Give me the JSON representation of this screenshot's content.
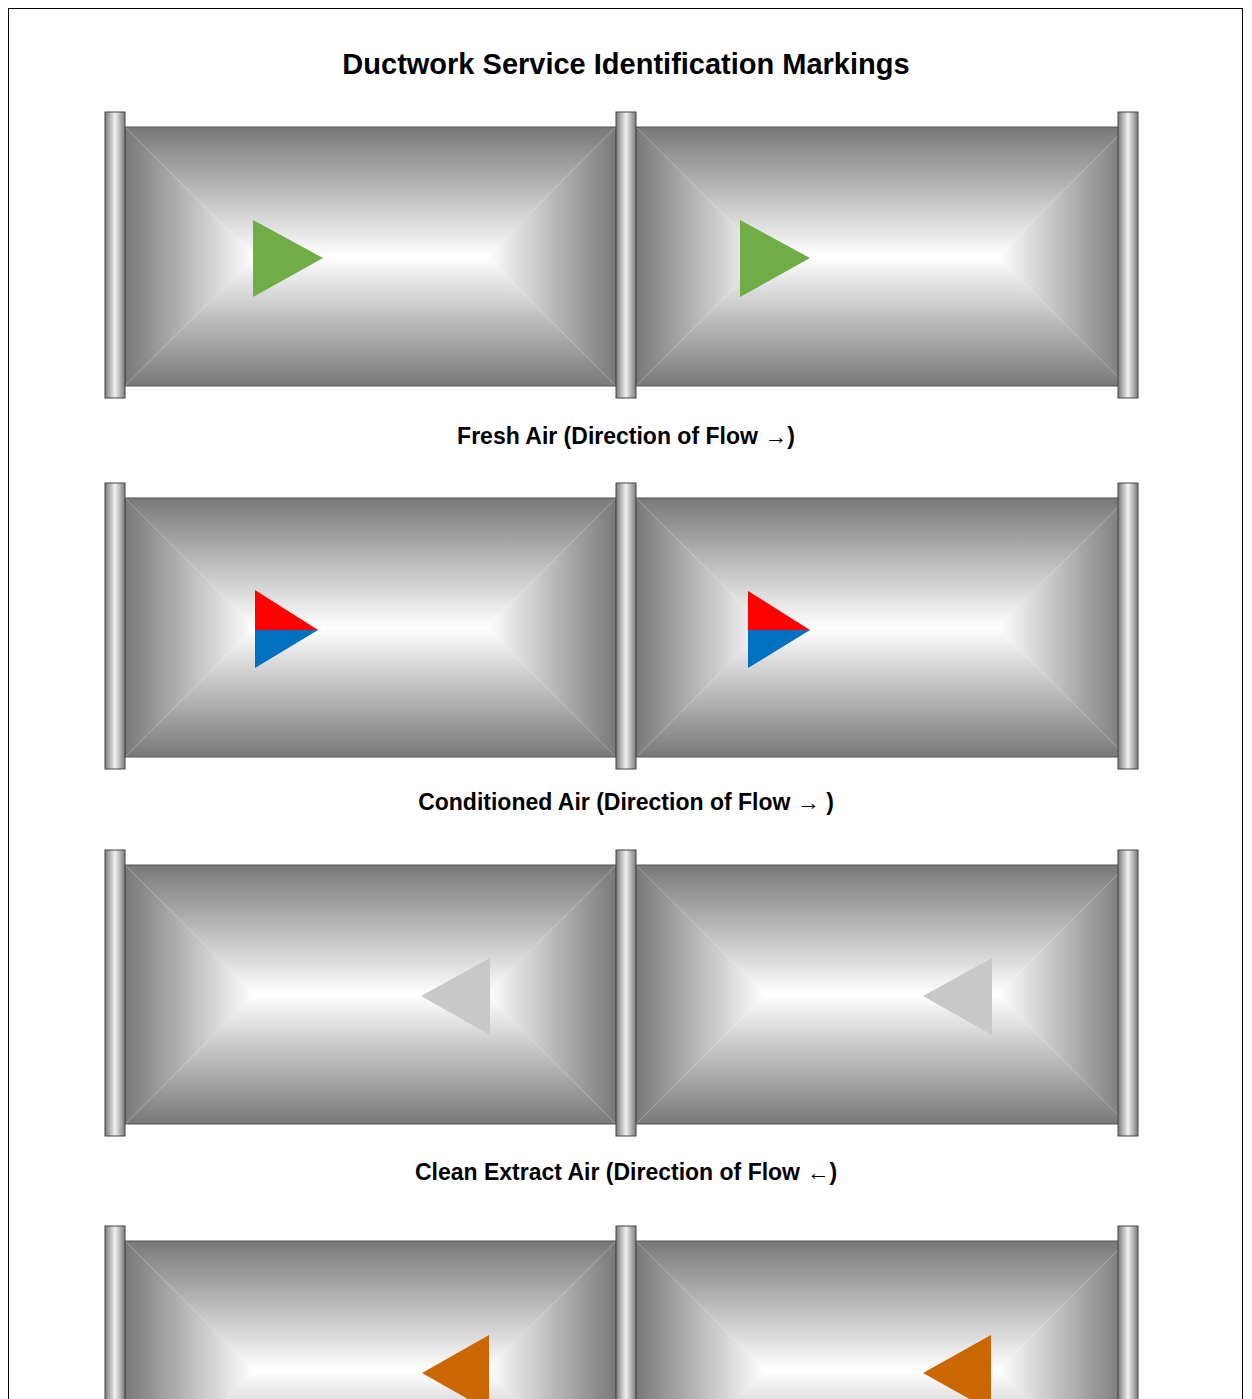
{
  "diagram": {
    "title": "Ductwork Service Identification Markings",
    "labels": [
      "Fresh Air (Direction of Flow →)",
      "Conditioned Air (Direction of Flow → )",
      "Clean Extract Air (Direction of Flow ←)"
    ]
  }
}
